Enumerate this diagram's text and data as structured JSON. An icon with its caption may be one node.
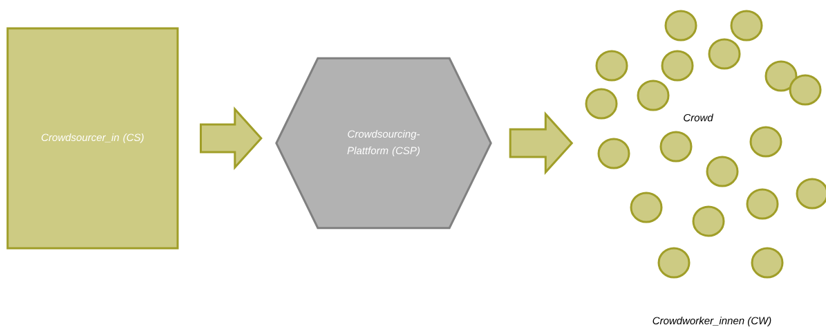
{
  "diagram": {
    "nodes": [
      {
        "text": [
          "Crowdsourcer_in (CS)"
        ]
      },
      {
        "text": [
          "Crowdsourcing-Plattform (CSP)"
        ]
      },
      {
        "text": [
          "Crowd"
        ]
      }
    ],
    "labels": [
      "Crowdworker_innen (CW)"
    ],
    "edges": [
      {
        "from": 0,
        "to": 1,
        "arrow": "to"
      },
      {
        "from": 1,
        "to": 2,
        "arrow": "to"
      }
    ]
  }
}
